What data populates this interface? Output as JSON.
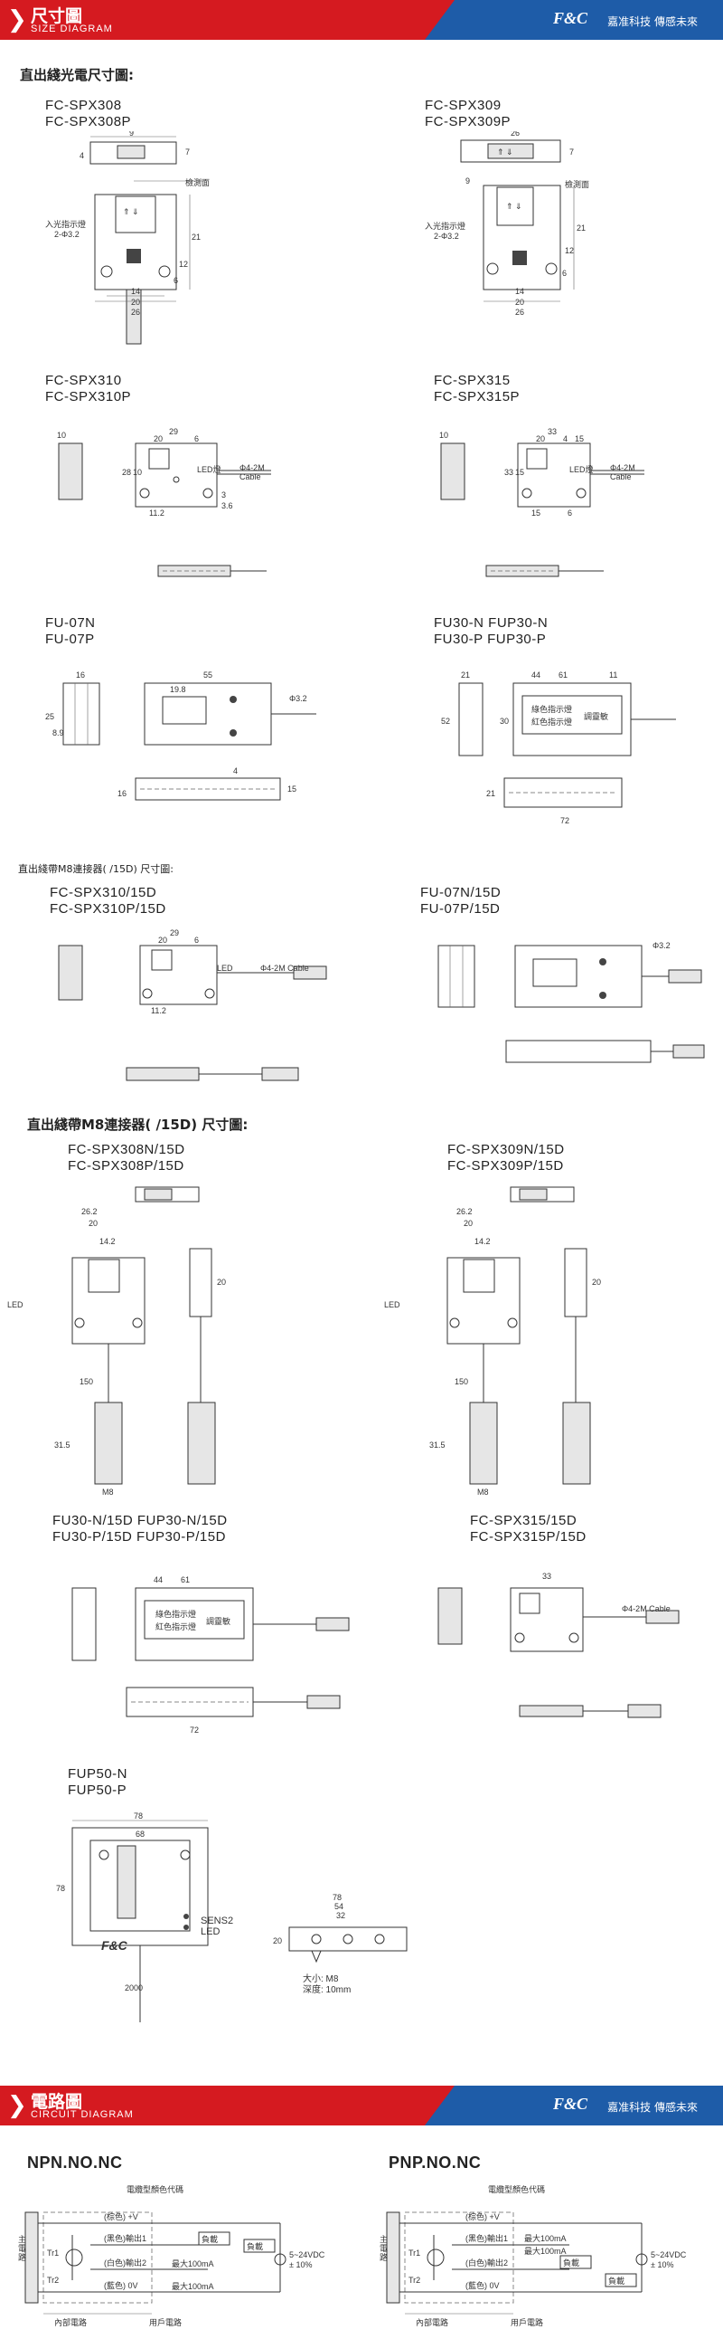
{
  "banner_size": {
    "title_cn": "尺寸圖",
    "title_en": "SIZE DIAGRAM",
    "logo": "F&C",
    "slogan": "嘉准科技 傳感未來"
  },
  "banner_circuit": {
    "title_cn": "電路圖",
    "title_en": "CIRCUIT DIAGRAM",
    "logo": "F&C",
    "slogan": "嘉准科技 傳感未來"
  },
  "section1_title": "直出綫光電尺寸圖:",
  "section2_title": "直出綫帶M8連接器( /15D) 尺寸圖:",
  "section3_title": "直出綫帶M8連接器( /15D) 尺寸圖:",
  "models": {
    "spx308": [
      "FC-SPX308",
      "FC-SPX308P"
    ],
    "spx309": [
      "FC-SPX309",
      "FC-SPX309P"
    ],
    "spx310": [
      "FC-SPX310",
      "FC-SPX310P"
    ],
    "spx315": [
      "FC-SPX315",
      "FC-SPX315P"
    ],
    "fu07": [
      "FU-07N",
      "FU-07P"
    ],
    "fu30": [
      "FU30-N    FUP30-N",
      "FU30-P    FUP30-P"
    ],
    "spx310_15d": [
      "FC-SPX310/15D",
      "FC-SPX310P/15D"
    ],
    "fu07_15d": [
      "FU-07N/15D",
      "FU-07P/15D"
    ],
    "spx308_15d": [
      "FC-SPX308N/15D",
      "FC-SPX308P/15D"
    ],
    "spx309_15d": [
      "FC-SPX309N/15D",
      "FC-SPX309P/15D"
    ],
    "fu30_15d": [
      "FU30-N/15D    FUP30-N/15D",
      "FU30-P/15D    FUP30-P/15D"
    ],
    "spx315_15d": [
      "FC-SPX315/15D",
      "FC-SPX315P/15D"
    ],
    "fup50": [
      "FUP50-N",
      "FUP50-P"
    ]
  },
  "labels": {
    "detect_face": "檢測面",
    "light_indicator": "入光指示燈",
    "hole": "2-Φ3.2",
    "cable": "Φ4-2M Cable",
    "led": "LED燈",
    "phi32": "Φ3.2",
    "led_short": "LED",
    "sens2": "SENS2",
    "thread": "大小: M8",
    "depth": "深度: 10mm",
    "fc_logo": "F&C"
  },
  "circuit": {
    "npn_title": "NPN.NO.NC",
    "pnp_title": "PNP.NO.NC",
    "wire_color_note": "電纜型顏色代碼",
    "brown": "(棕色) +V",
    "black": "(黑色)輸出1",
    "white": "(白色)輸出2",
    "blue": "(藍色) 0V",
    "load": "負載",
    "max_current": "最大100mA",
    "supply": "5~24VDC",
    "tolerance": "± 10%",
    "main_circuit": "主電路",
    "inner": "內部電路",
    "user": "用戶電路"
  }
}
